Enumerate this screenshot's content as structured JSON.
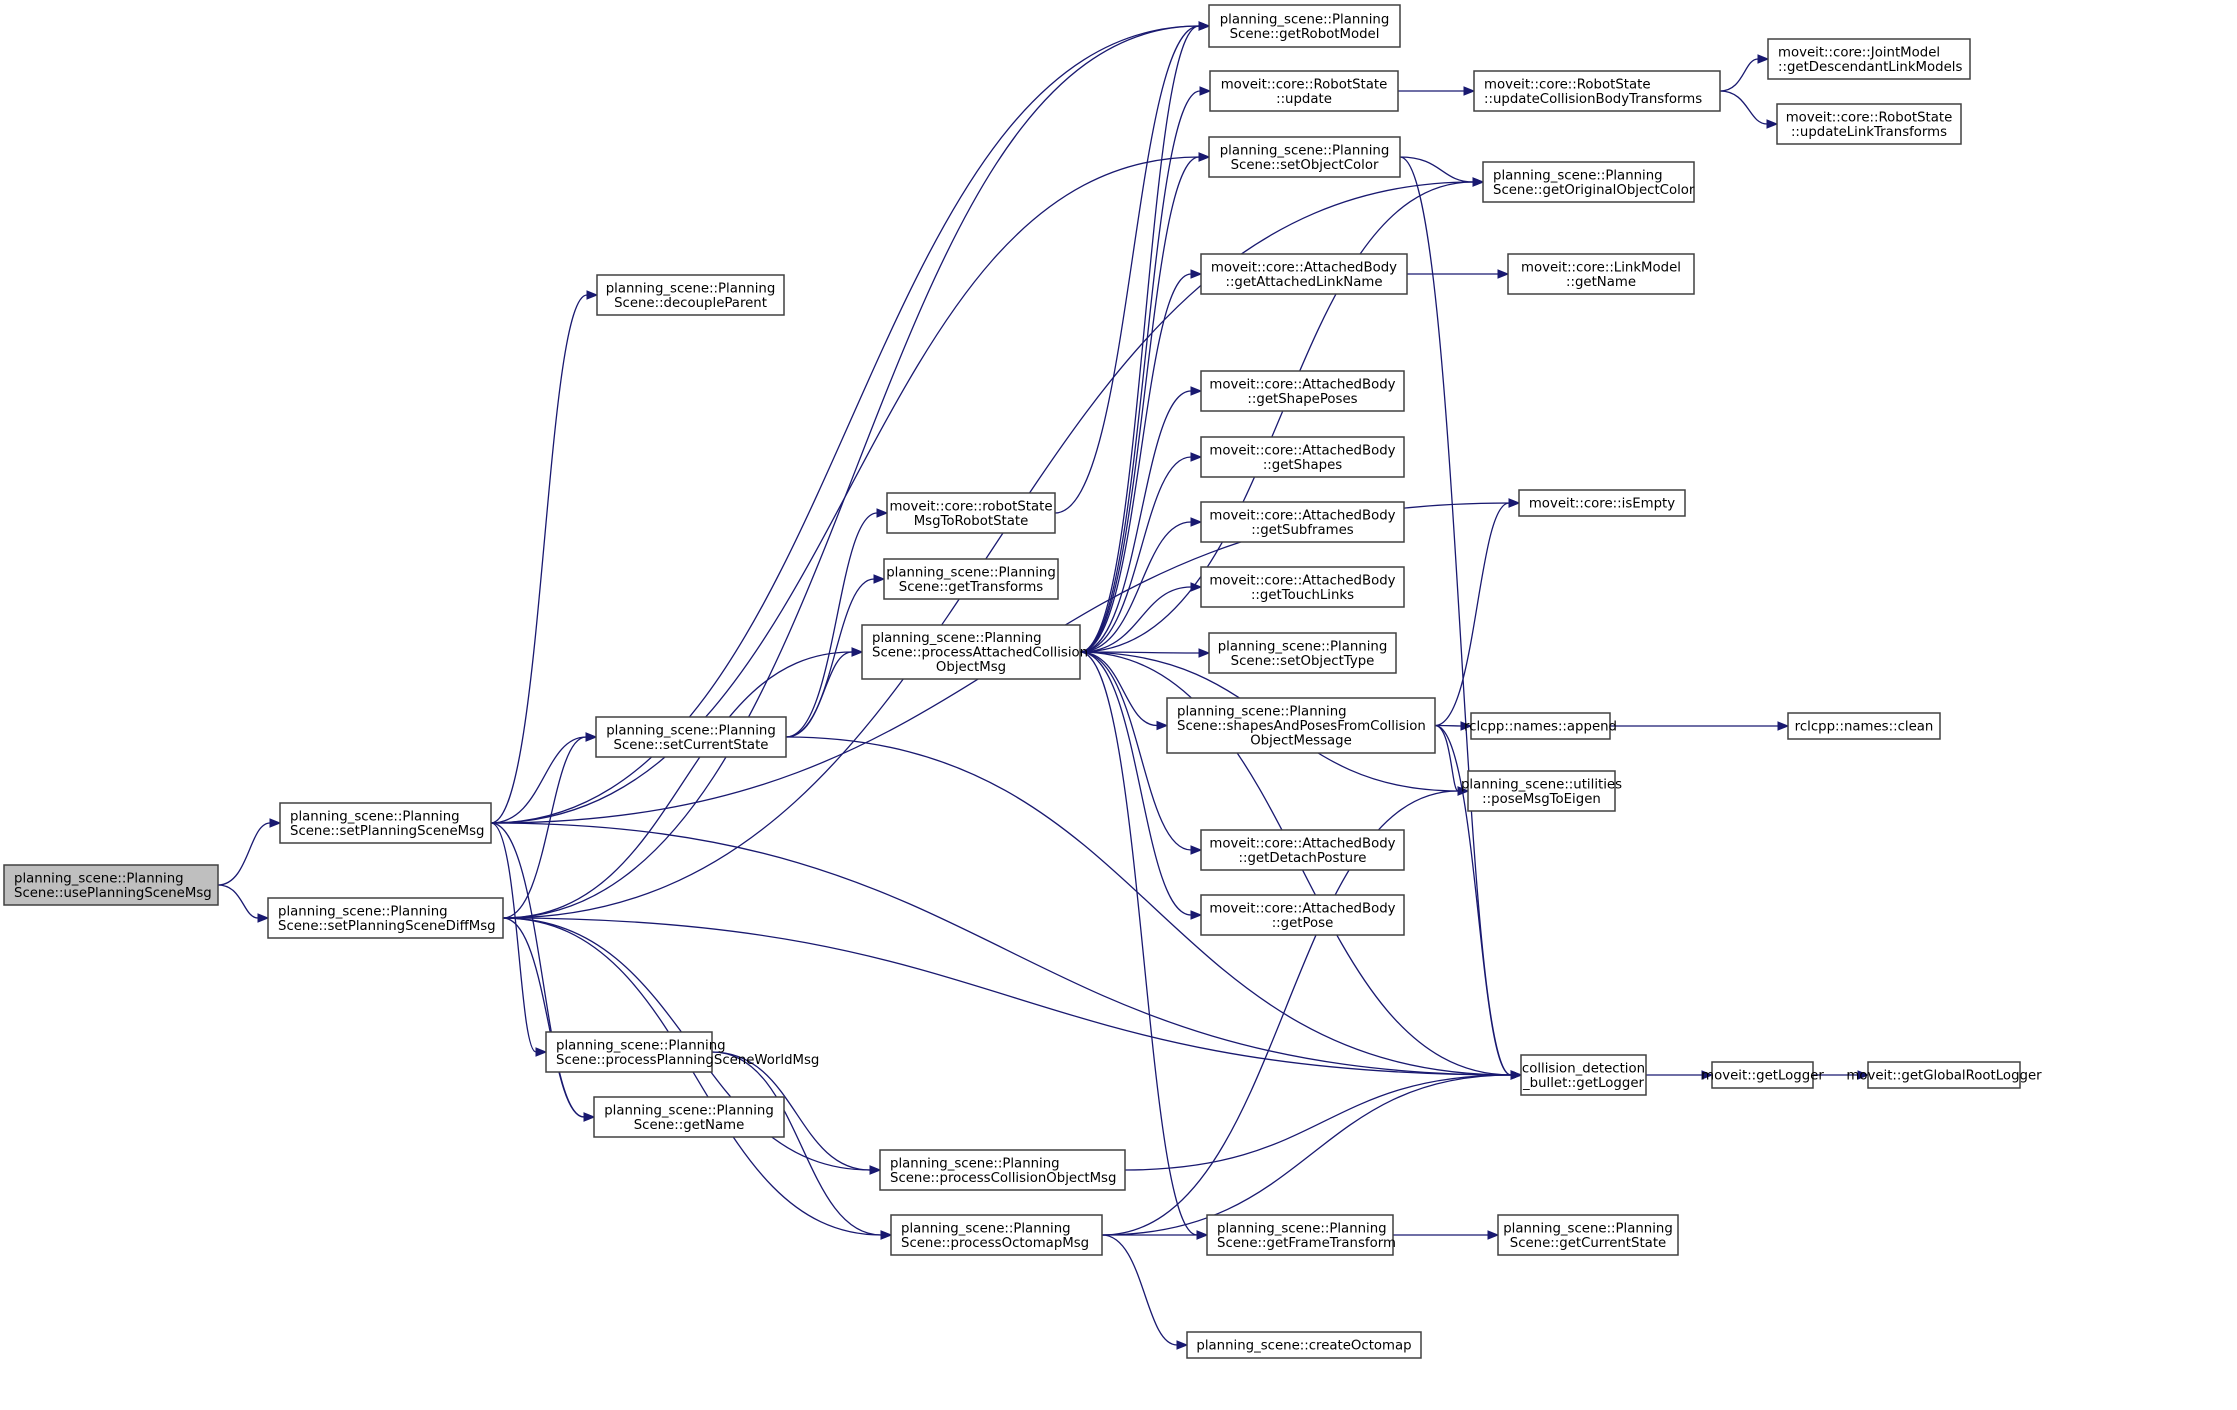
{
  "diagram": {
    "type": "call-graph",
    "colors": {
      "edge": "#191970",
      "node_border": "#404040",
      "root_fill": "#bfbfbf",
      "node_fill": "#ffffff"
    },
    "nodes": [
      {
        "id": "usePlanningSceneMsg",
        "lines": [
          "planning_scene::Planning",
          "Scene::usePlanningSceneMsg"
        ],
        "root": true,
        "align": "left"
      },
      {
        "id": "setPlanningSceneMsg",
        "lines": [
          "planning_scene::Planning",
          "Scene::setPlanningSceneMsg"
        ],
        "align": "left"
      },
      {
        "id": "setPlanningSceneDiffMsg",
        "lines": [
          "planning_scene::Planning",
          "Scene::setPlanningSceneDiffMsg"
        ],
        "align": "left"
      },
      {
        "id": "decoupleParent",
        "lines": [
          "planning_scene::Planning",
          "Scene::decoupleParent"
        ]
      },
      {
        "id": "setCurrentState",
        "lines": [
          "planning_scene::Planning",
          "Scene::setCurrentState"
        ]
      },
      {
        "id": "processPlanningSceneWorldMsg",
        "lines": [
          "planning_scene::Planning",
          "Scene::processPlanningSceneWorldMsg"
        ],
        "align": "left"
      },
      {
        "id": "getName",
        "lines": [
          "planning_scene::Planning",
          "Scene::getName"
        ]
      },
      {
        "id": "robotStateMsgToRobotState",
        "lines": [
          "moveit::core::robotState",
          "MsgToRobotState"
        ]
      },
      {
        "id": "getTransforms",
        "lines": [
          "planning_scene::Planning",
          "Scene::getTransforms"
        ]
      },
      {
        "id": "processAttachedCollisionObjectMsg",
        "lines": [
          "planning_scene::Planning",
          "Scene::processAttachedCollision",
          "ObjectMsg"
        ],
        "align": "mixed"
      },
      {
        "id": "processCollisionObjectMsg",
        "lines": [
          "planning_scene::Planning",
          "Scene::processCollisionObjectMsg"
        ],
        "align": "left"
      },
      {
        "id": "processOctomapMsg",
        "lines": [
          "planning_scene::Planning",
          "Scene::processOctomapMsg"
        ],
        "align": "left"
      },
      {
        "id": "createOctomap",
        "lines": [
          "planning_scene::createOctomap"
        ]
      },
      {
        "id": "getRobotModel",
        "lines": [
          "planning_scene::Planning",
          "Scene::getRobotModel"
        ]
      },
      {
        "id": "RobotState_update",
        "lines": [
          "moveit::core::RobotState",
          "::update"
        ]
      },
      {
        "id": "setObjectColor",
        "lines": [
          "planning_scene::Planning",
          "Scene::setObjectColor"
        ]
      },
      {
        "id": "getAttachedLinkName",
        "lines": [
          "moveit::core::AttachedBody",
          "::getAttachedLinkName"
        ]
      },
      {
        "id": "getShapePoses",
        "lines": [
          "moveit::core::AttachedBody",
          "::getShapePoses"
        ]
      },
      {
        "id": "getShapes",
        "lines": [
          "moveit::core::AttachedBody",
          "::getShapes"
        ]
      },
      {
        "id": "getSubframes",
        "lines": [
          "moveit::core::AttachedBody",
          "::getSubframes"
        ]
      },
      {
        "id": "getTouchLinks",
        "lines": [
          "moveit::core::AttachedBody",
          "::getTouchLinks"
        ]
      },
      {
        "id": "setObjectType",
        "lines": [
          "planning_scene::Planning",
          "Scene::setObjectType"
        ]
      },
      {
        "id": "shapesAndPosesFromCollisionObjectMessage",
        "lines": [
          "planning_scene::Planning",
          "Scene::shapesAndPosesFromCollision",
          "ObjectMessage"
        ],
        "align": "mixed"
      },
      {
        "id": "getDetachPosture",
        "lines": [
          "moveit::core::AttachedBody",
          "::getDetachPosture"
        ]
      },
      {
        "id": "getPose",
        "lines": [
          "moveit::core::AttachedBody",
          "::getPose"
        ]
      },
      {
        "id": "getFrameTransform",
        "lines": [
          "planning_scene::Planning",
          "Scene::getFrameTransform"
        ],
        "align": "left"
      },
      {
        "id": "updateCollisionBodyTransforms",
        "lines": [
          "moveit::core::RobotState",
          "::updateCollisionBodyTransforms"
        ],
        "align": "left"
      },
      {
        "id": "getOriginalObjectColor",
        "lines": [
          "planning_scene::Planning",
          "Scene::getOriginalObjectColor"
        ],
        "align": "left"
      },
      {
        "id": "LinkModel_getName",
        "lines": [
          "moveit::core::LinkModel",
          "::getName"
        ]
      },
      {
        "id": "isEmpty",
        "lines": [
          "moveit::core::isEmpty"
        ]
      },
      {
        "id": "names_append",
        "lines": [
          "rclcpp::names::append"
        ]
      },
      {
        "id": "poseMsgToEigen",
        "lines": [
          "planning_scene::utilities",
          "::poseMsgToEigen"
        ]
      },
      {
        "id": "bullet_getLogger",
        "lines": [
          "collision_detection",
          "_bullet::getLogger"
        ]
      },
      {
        "id": "getCurrentState",
        "lines": [
          "planning_scene::Planning",
          "Scene::getCurrentState"
        ]
      },
      {
        "id": "getDescendantLinkModels",
        "lines": [
          "moveit::core::JointModel",
          "::getDescendantLinkModels"
        ],
        "align": "left"
      },
      {
        "id": "updateLinkTransforms",
        "lines": [
          "moveit::core::RobotState",
          "::updateLinkTransforms"
        ]
      },
      {
        "id": "names_clean",
        "lines": [
          "rclcpp::names::clean"
        ]
      },
      {
        "id": "moveit_getLogger",
        "lines": [
          "moveit::getLogger"
        ]
      },
      {
        "id": "getGlobalRootLogger",
        "lines": [
          "moveit::getGlobalRootLogger"
        ]
      }
    ],
    "edges": [
      [
        "usePlanningSceneMsg",
        "setPlanningSceneMsg"
      ],
      [
        "usePlanningSceneMsg",
        "setPlanningSceneDiffMsg"
      ],
      [
        "setPlanningSceneMsg",
        "getRobotModel"
      ],
      [
        "setPlanningSceneMsg",
        "decoupleParent"
      ],
      [
        "setPlanningSceneMsg",
        "setObjectColor"
      ],
      [
        "setPlanningSceneMsg",
        "isEmpty"
      ],
      [
        "setPlanningSceneMsg",
        "setCurrentState"
      ],
      [
        "setPlanningSceneMsg",
        "processPlanningSceneWorldMsg"
      ],
      [
        "setPlanningSceneMsg",
        "getName"
      ],
      [
        "setPlanningSceneMsg",
        "bullet_getLogger"
      ],
      [
        "setPlanningSceneDiffMsg",
        "getRobotModel"
      ],
      [
        "setPlanningSceneDiffMsg",
        "getOriginalObjectColor"
      ],
      [
        "setPlanningSceneDiffMsg",
        "setCurrentState"
      ],
      [
        "setPlanningSceneDiffMsg",
        "getName"
      ],
      [
        "setPlanningSceneDiffMsg",
        "processAttachedCollisionObjectMsg"
      ],
      [
        "setPlanningSceneDiffMsg",
        "processCollisionObjectMsg"
      ],
      [
        "setPlanningSceneDiffMsg",
        "processOctomapMsg"
      ],
      [
        "setPlanningSceneDiffMsg",
        "bullet_getLogger"
      ],
      [
        "setCurrentState",
        "robotStateMsgToRobotState"
      ],
      [
        "setCurrentState",
        "getTransforms"
      ],
      [
        "setCurrentState",
        "processAttachedCollisionObjectMsg"
      ],
      [
        "setCurrentState",
        "bullet_getLogger"
      ],
      [
        "robotStateMsgToRobotState",
        "getRobotModel"
      ],
      [
        "processPlanningSceneWorldMsg",
        "processCollisionObjectMsg"
      ],
      [
        "processPlanningSceneWorldMsg",
        "processOctomapMsg"
      ],
      [
        "processAttachedCollisionObjectMsg",
        "getRobotModel"
      ],
      [
        "processAttachedCollisionObjectMsg",
        "RobotState_update"
      ],
      [
        "processAttachedCollisionObjectMsg",
        "setObjectColor"
      ],
      [
        "processAttachedCollisionObjectMsg",
        "getOriginalObjectColor"
      ],
      [
        "processAttachedCollisionObjectMsg",
        "getAttachedLinkName"
      ],
      [
        "processAttachedCollisionObjectMsg",
        "getShapePoses"
      ],
      [
        "processAttachedCollisionObjectMsg",
        "getShapes"
      ],
      [
        "processAttachedCollisionObjectMsg",
        "getSubframes"
      ],
      [
        "processAttachedCollisionObjectMsg",
        "getTouchLinks"
      ],
      [
        "processAttachedCollisionObjectMsg",
        "setObjectType"
      ],
      [
        "processAttachedCollisionObjectMsg",
        "shapesAndPosesFromCollisionObjectMessage"
      ],
      [
        "processAttachedCollisionObjectMsg",
        "poseMsgToEigen"
      ],
      [
        "processAttachedCollisionObjectMsg",
        "getDetachPosture"
      ],
      [
        "processAttachedCollisionObjectMsg",
        "getPose"
      ],
      [
        "processAttachedCollisionObjectMsg",
        "getFrameTransform"
      ],
      [
        "processAttachedCollisionObjectMsg",
        "bullet_getLogger"
      ],
      [
        "processCollisionObjectMsg",
        "bullet_getLogger"
      ],
      [
        "processOctomapMsg",
        "poseMsgToEigen"
      ],
      [
        "processOctomapMsg",
        "getFrameTransform"
      ],
      [
        "processOctomapMsg",
        "createOctomap"
      ],
      [
        "processOctomapMsg",
        "bullet_getLogger"
      ],
      [
        "RobotState_update",
        "updateCollisionBodyTransforms"
      ],
      [
        "setObjectColor",
        "getOriginalObjectColor"
      ],
      [
        "setObjectColor",
        "bullet_getLogger"
      ],
      [
        "getAttachedLinkName",
        "LinkModel_getName"
      ],
      [
        "updateCollisionBodyTransforms",
        "getDescendantLinkModels"
      ],
      [
        "updateCollisionBodyTransforms",
        "updateLinkTransforms"
      ],
      [
        "shapesAndPosesFromCollisionObjectMessage",
        "isEmpty"
      ],
      [
        "shapesAndPosesFromCollisionObjectMessage",
        "names_append"
      ],
      [
        "shapesAndPosesFromCollisionObjectMessage",
        "poseMsgToEigen"
      ],
      [
        "shapesAndPosesFromCollisionObjectMessage",
        "bullet_getLogger"
      ],
      [
        "names_append",
        "names_clean"
      ],
      [
        "getFrameTransform",
        "getCurrentState"
      ],
      [
        "bullet_getLogger",
        "moveit_getLogger"
      ],
      [
        "moveit_getLogger",
        "getGlobalRootLogger"
      ]
    ]
  }
}
